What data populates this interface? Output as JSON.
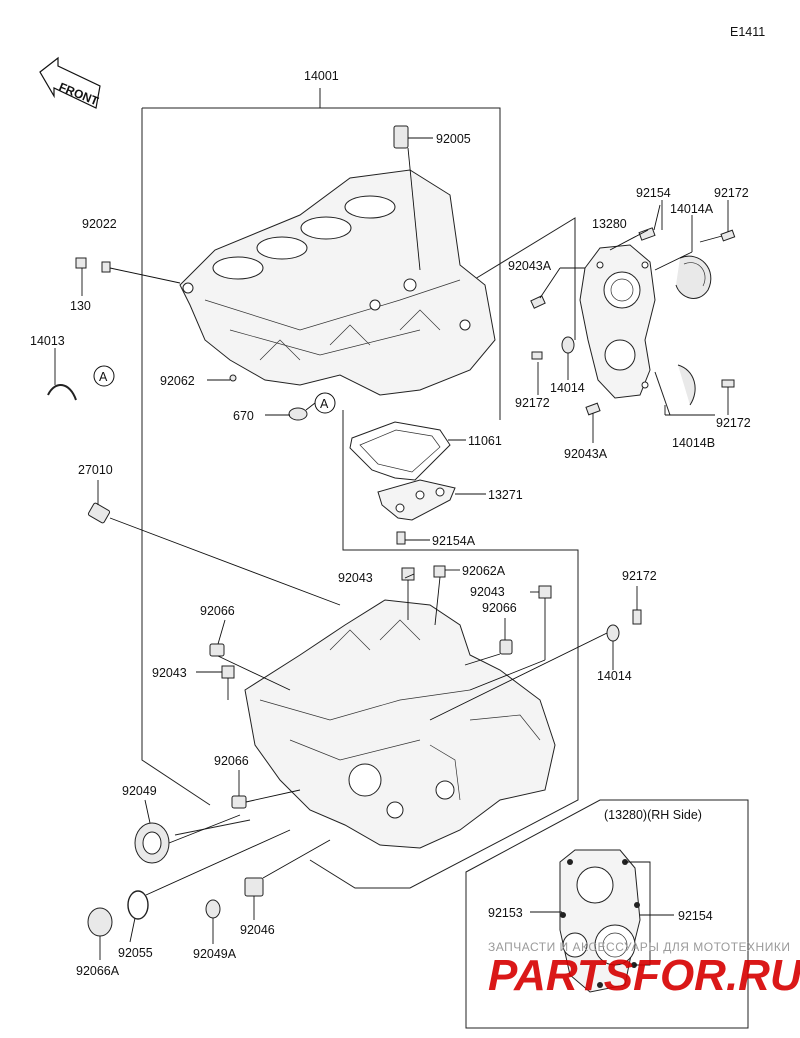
{
  "diagram_code": "E1411",
  "front_label": "FRONT",
  "callouts": {
    "p14001": "14001",
    "p92005": "92005",
    "p92022": "92022",
    "p130": "130",
    "p14013": "14013",
    "refA1": "A",
    "p92062": "92062",
    "p670": "670",
    "refA2": "A",
    "p92154_top": "92154",
    "p92172_top": "92172",
    "p13280": "13280",
    "p14014A": "14014A",
    "p92043A_top": "92043A",
    "p92172_left": "92172",
    "p14014_top": "14014",
    "p92043A_bottom": "92043A",
    "p14014B": "14014B",
    "p92172_right": "92172",
    "p11061": "11061",
    "p13271": "13271",
    "p92154A": "92154A",
    "p27010": "27010",
    "p92043_a": "92043",
    "p92062A": "92062A",
    "p92043_b": "92043",
    "p92172_mid": "92172",
    "p92066_a": "92066",
    "p92066_b": "92066",
    "p92043_c": "92043",
    "p14014_mid": "14014",
    "p92066_c": "92066",
    "p92049": "92049",
    "p92055": "92055",
    "p92066A": "92066A",
    "p92049A": "92049A",
    "p92046": "92046"
  },
  "inset": {
    "title": "(13280)(RH Side)",
    "label_left": "92153",
    "label_right": "92154"
  },
  "watermark": {
    "tagline": "ЗАПЧАСТИ И АКСЕССУАРЫ ДЛЯ МОТОТЕХНИКИ",
    "brand": "PARTSFOR.RU"
  }
}
